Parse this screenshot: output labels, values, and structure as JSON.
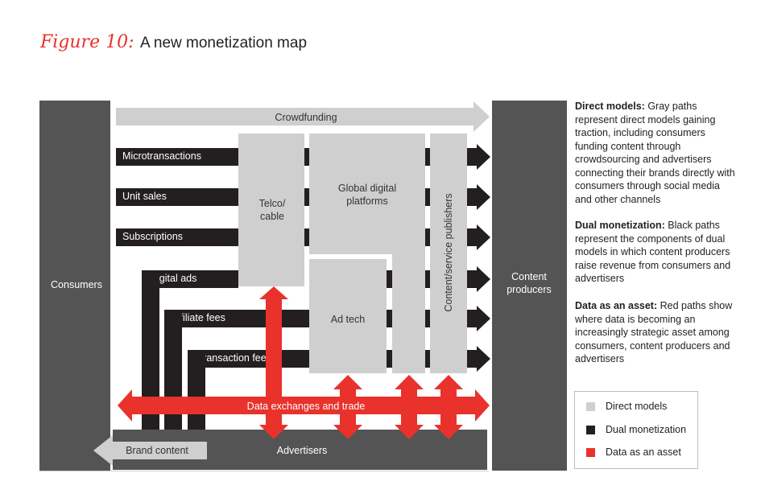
{
  "figure": {
    "label": "Figure 10:",
    "title": "A new monetization map"
  },
  "diagram": {
    "consumers": "Consumers",
    "content_producers": "Content producers",
    "advertisers": "Advertisers",
    "crowdfunding": "Crowdfunding",
    "brand_content": "Brand content",
    "data_exchanges": "Data exchanges and trade",
    "telco": "Telco/ cable",
    "global_platforms": "Global digital platforms",
    "ad_tech": "Ad tech",
    "content_publishers": "Content/service publishers",
    "black_paths": [
      {
        "label": "Microtransactions"
      },
      {
        "label": "Unit sales"
      },
      {
        "label": "Subscriptions"
      },
      {
        "label": "Digital ads"
      },
      {
        "label": "Affiliate fees"
      },
      {
        "label": "Transaction fees"
      }
    ]
  },
  "notes": [
    {
      "heading": "Direct models:",
      "text": "Gray paths represent direct models gaining traction, including consumers funding content through crowdsourcing and advertisers connecting their brands directly with consumers through social media and other channels"
    },
    {
      "heading": "Dual monetization:",
      "text": "Black paths represent the components of dual models in which content producers raise revenue from consumers and advertisers"
    },
    {
      "heading": "Data as an asset:",
      "text": "Red paths show where data is becoming an increasingly strategic asset among consumers, content producers and advertisers"
    }
  ],
  "legend": [
    {
      "label": "Direct models",
      "color": "#cfcfcf"
    },
    {
      "label": "Dual monetization",
      "color": "#231f20"
    },
    {
      "label": "Data as an asset",
      "color": "#e8322b"
    }
  ],
  "colors": {
    "accent_red": "#e8322b",
    "dark_gray": "#545454",
    "light_gray": "#cfcfcf",
    "black": "#231f20"
  }
}
